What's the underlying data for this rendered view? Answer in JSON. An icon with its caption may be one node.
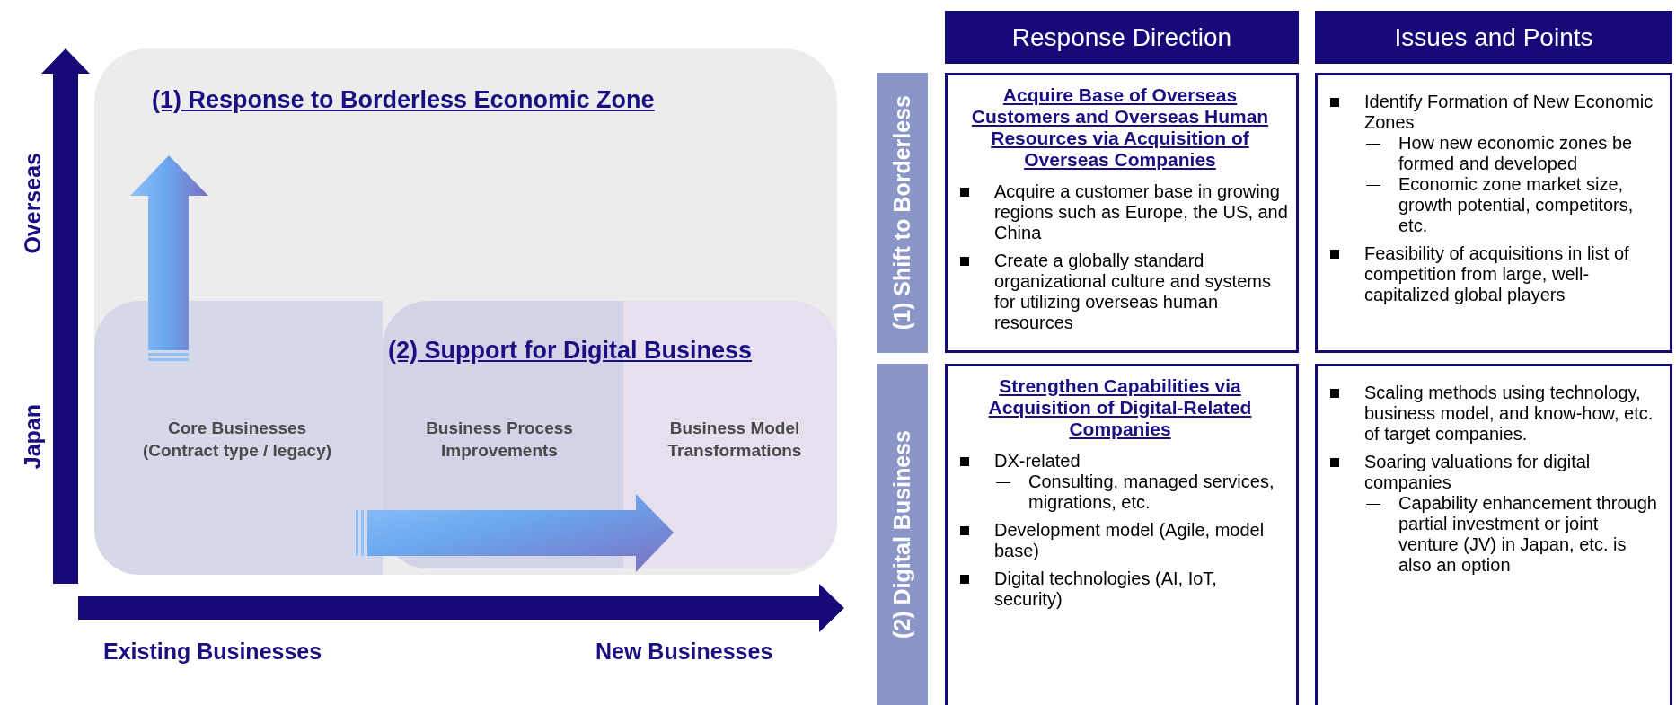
{
  "diagram": {
    "nodes": [
      {
        "text": [
          "(1) Response to Borderless Economic Zone"
        ]
      },
      {
        "text": [
          "Core Businesses (Contract type / legacy)"
        ],
        "in": 0
      },
      {
        "text": [
          "(2) Support for Digital Business",
          "Business Model Transformations"
        ],
        "in": 0
      },
      {
        "text": [
          "Response Direction"
        ]
      },
      {
        "text": [
          "Issues and Points"
        ]
      },
      {
        "text": [
          "(1) Shift to Borderless"
        ]
      },
      {
        "text": [
          "Acquire Base of Overseas Customers and Overseas Human Resources via Acquisition of Overseas Companies",
          "Acquire a customer base in growing regions such as Europe, the US, and China",
          "Create a globally standard organizational culture and systems for utilizing overseas human resources"
        ]
      },
      {
        "text": [
          "Identify Formation of New Economic Zones",
          "How new economic zones be formed and developed",
          "Economic zone market size, growth potential, competitors, etc.",
          "Feasibility of acquisitions in list of competition from large, well-capitalized global players"
        ]
      },
      {
        "text": [
          "(2) Digital Business"
        ]
      },
      {
        "text": [
          "Strengthen Capabilities via Acquisition of Digital-Related Companies",
          "DX-related",
          "Consulting, managed services, migrations, etc.",
          "Development model (Agile, model base)",
          "Digital technologies (AI, IoT, security)"
        ]
      },
      {
        "text": [
          "Scaling methods using technology, business model, and know-how, etc. of target companies.",
          "Soaring valuations for digital companies",
          "Capability enhancement through partial investment or joint venture (JV) in Japan, etc. is also an option"
        ]
      }
    ],
    "labels": [
      "Overseas",
      "Japan",
      "Business Process Improvements",
      "Existing Businesses",
      "New Businesses"
    ]
  }
}
